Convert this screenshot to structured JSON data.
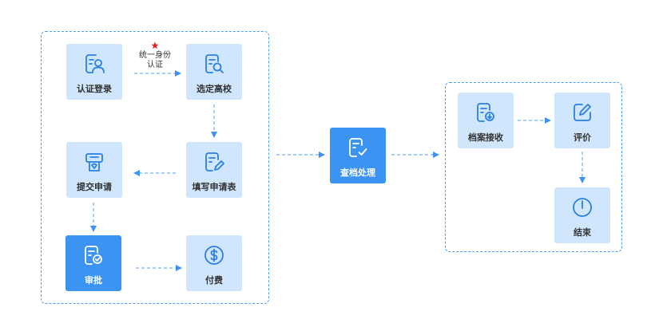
{
  "colors": {
    "accent": "#3b93f2",
    "node_bg": "#cfe6fd",
    "line": "#4a9ff0",
    "star": "#e02020"
  },
  "nodes": {
    "login": {
      "label": "认证登录",
      "icon": "user-card-icon"
    },
    "select": {
      "label": "选定高校",
      "icon": "document-search-icon"
    },
    "fill": {
      "label": "填写申请表",
      "icon": "document-edit-icon"
    },
    "submit": {
      "label": "提交申请",
      "icon": "printer-icon"
    },
    "approve": {
      "label": "审批",
      "icon": "document-check-icon"
    },
    "pay": {
      "label": "付费",
      "icon": "dollar-icon"
    },
    "process": {
      "label": "查档处理",
      "icon": "document-check-icon"
    },
    "receive": {
      "label": "档案接收",
      "icon": "document-download-icon"
    },
    "review": {
      "label": "评价",
      "icon": "pencil-icon"
    },
    "end": {
      "label": "结束",
      "icon": "power-icon"
    }
  },
  "annotation": {
    "line1": "统一身份",
    "line2": "认证",
    "marker_icon": "star-icon"
  }
}
